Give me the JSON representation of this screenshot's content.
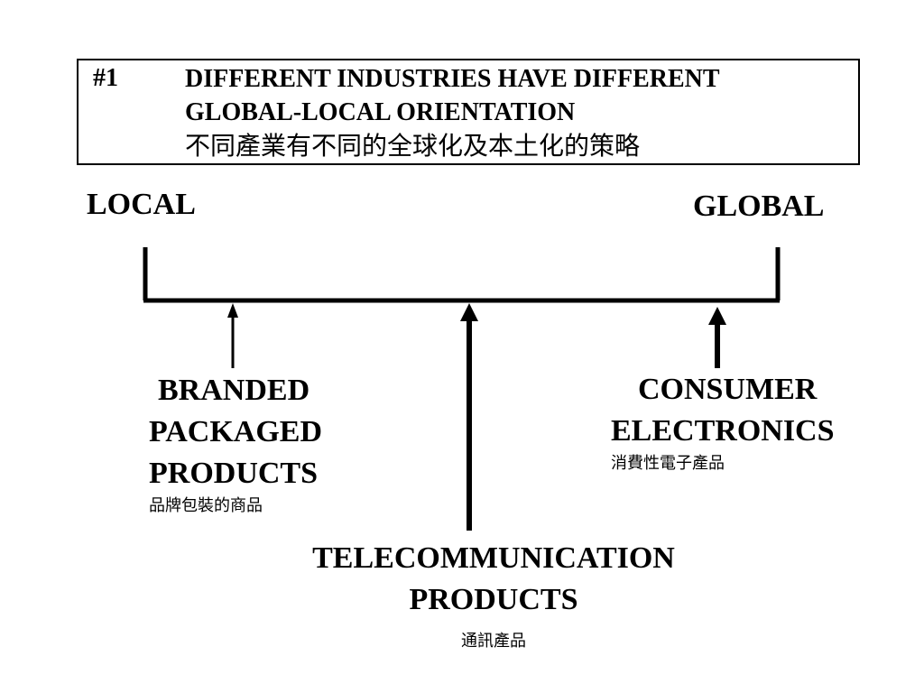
{
  "title": {
    "number": "#1",
    "line1": "DIFFERENT INDUSTRIES HAVE DIFFERENT",
    "line2": "GLOBAL-LOCAL ORIENTATION",
    "line3_cjk": "不同產業有不同的全球化及本土化的策略"
  },
  "axis": {
    "left_label": "LOCAL",
    "right_label": "GLOBAL"
  },
  "categories": {
    "branded": {
      "line1": "BRANDED",
      "line2": "PACKAGED",
      "line3": "PRODUCTS",
      "cjk": "品牌包裝的商品"
    },
    "consumer": {
      "line1": "CONSUMER",
      "line2": "ELECTRONICS",
      "cjk": "消費性電子產品"
    },
    "telecom": {
      "line1": "TELECOMMUNICATION",
      "line2": "PRODUCTS",
      "cjk": "通訊產品"
    }
  },
  "colors": {
    "ink": "#000000",
    "background": "#ffffff"
  }
}
